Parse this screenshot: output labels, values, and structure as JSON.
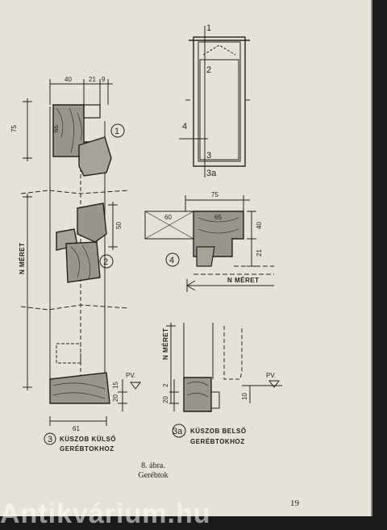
{
  "figure": {
    "caption_number": "8. ábra.",
    "caption_title": "Gerébtok"
  },
  "page_number": "19",
  "watermark": "Antikvárium.hu",
  "labels": {
    "detail_1": "1",
    "detail_2": "2",
    "detail_3": "3",
    "detail_3a": "3a",
    "detail_4": "4",
    "n_meret": "N MÉRET",
    "pv": "PV."
  },
  "captions": {
    "kuszob_kulso_line1": "KÜSZOB KÜLSŐ",
    "kuszob_kulso_line2": "GERÉBTOKHOZ",
    "kuszob_belso_line1": "KÜSZOB BELSŐ",
    "kuszob_belso_line2": "GERÉBTOKHOZ"
  },
  "dimensions": {
    "d40": "40",
    "d21": "21",
    "d9": "9",
    "d75": "75",
    "d65": "65",
    "d50": "50",
    "d61": "61",
    "d15": "15",
    "d20": "20",
    "d60": "60",
    "d21b": "21",
    "d10": "10"
  },
  "colors": {
    "paper": "#e7e2d7",
    "ink": "#222222",
    "background": "#1a1a1a"
  }
}
